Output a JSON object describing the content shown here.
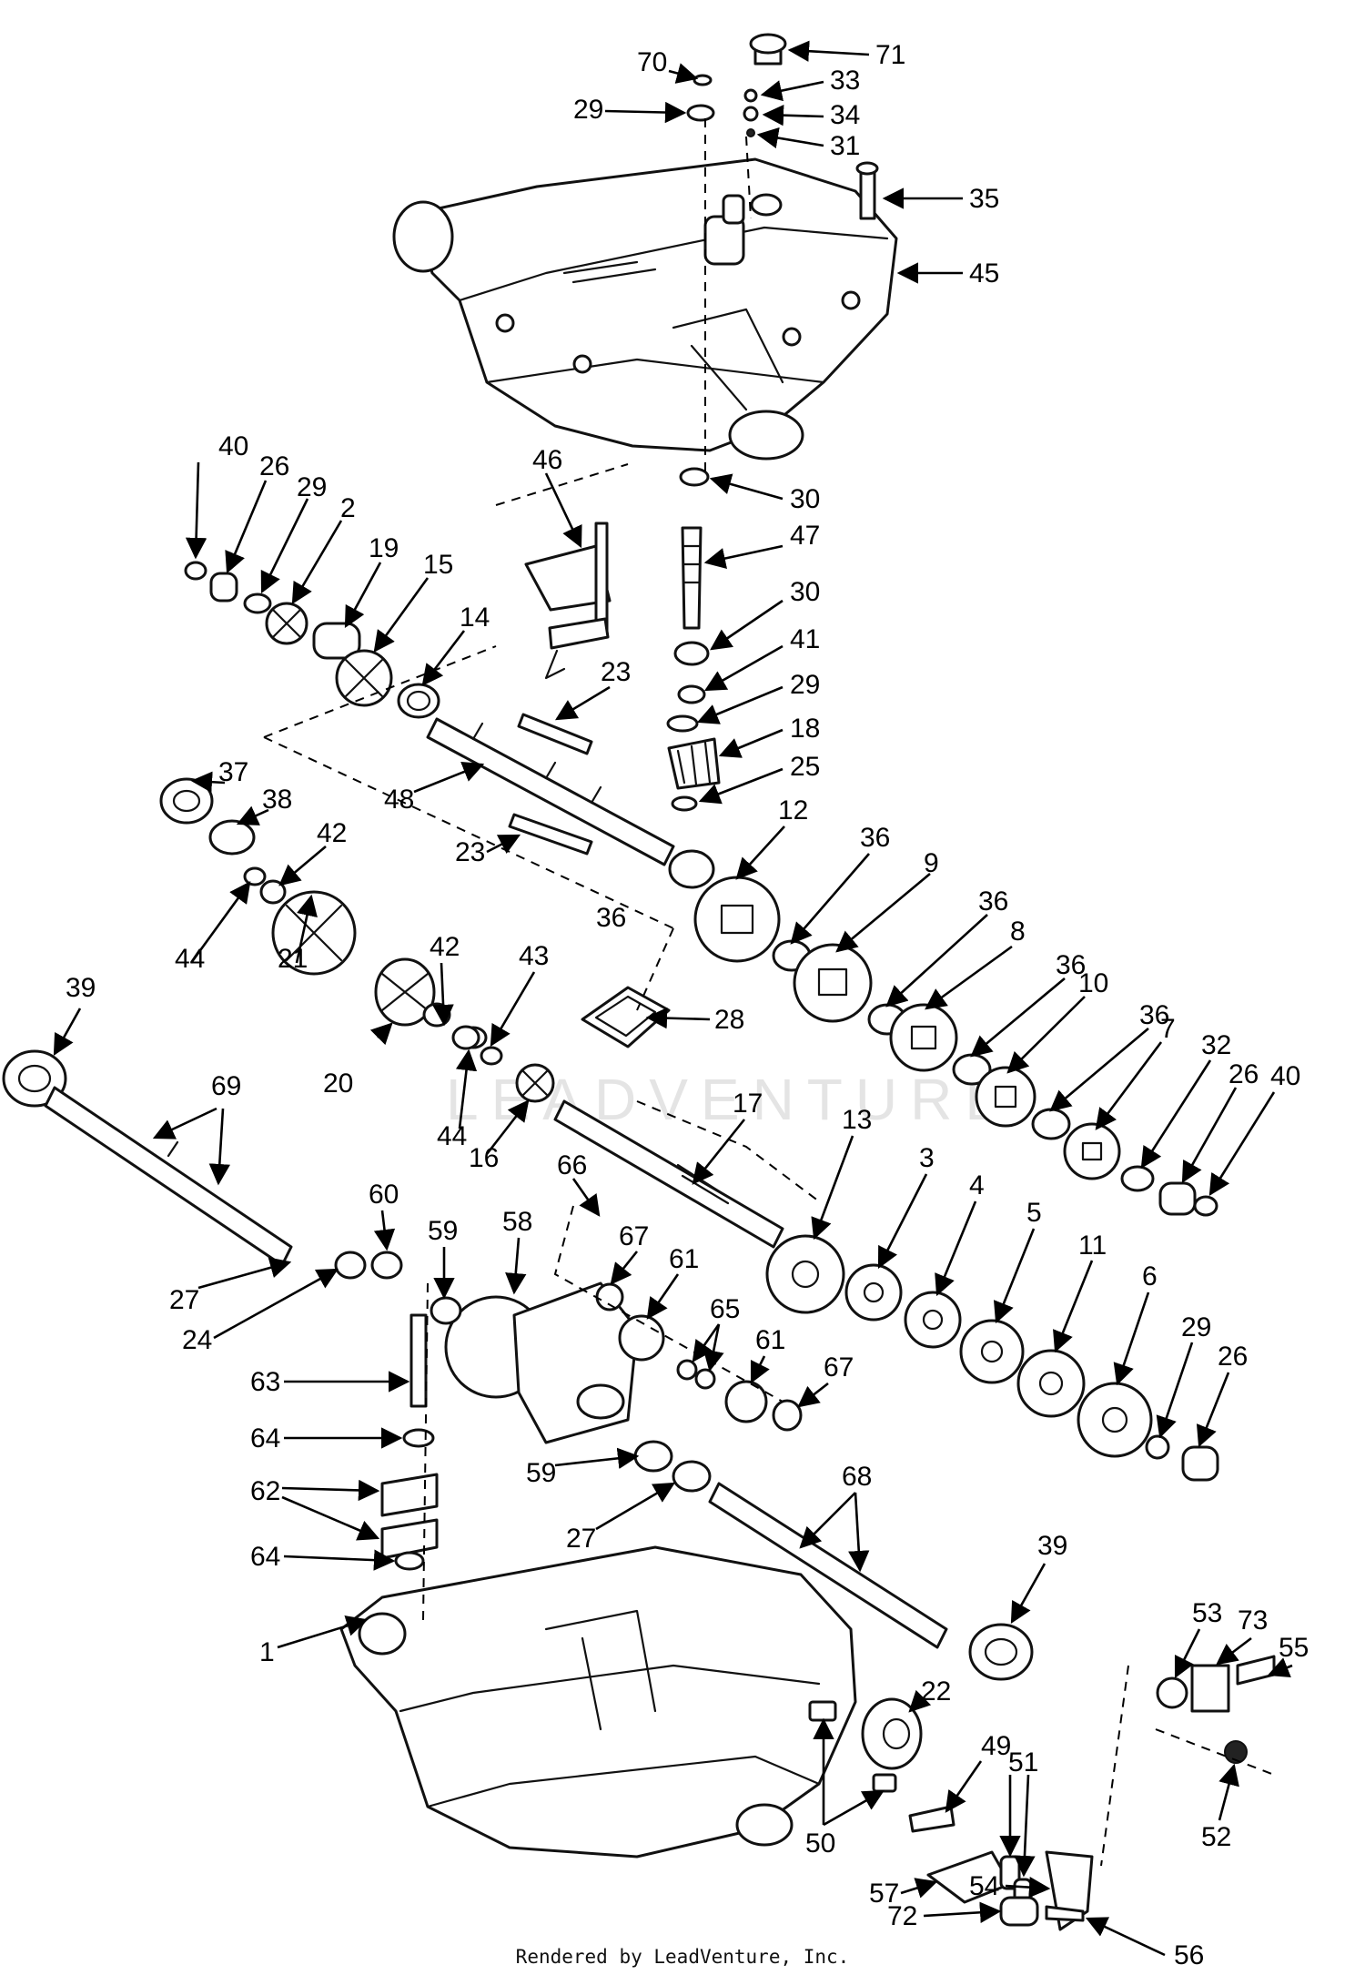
{
  "footer": {
    "credit": "Rendered by LeadVenture, Inc."
  },
  "watermark": {
    "text": "LEADVENTURE"
  },
  "colors": {
    "ink": "#111111",
    "paper": "#ffffff",
    "watermark": "#e4e4e4"
  },
  "callouts": {
    "c70": "70",
    "c71": "71",
    "c29a": "29",
    "c33": "33",
    "c34": "34",
    "c31": "31",
    "c35": "35",
    "c45": "45",
    "c40a": "40",
    "c26a": "26",
    "c29b": "29",
    "c2": "2",
    "c19": "19",
    "c15": "15",
    "c14": "14",
    "c46": "46",
    "c30a": "30",
    "c47": "47",
    "c30b": "30",
    "c41": "41",
    "c29c": "29",
    "c18": "18",
    "c25": "25",
    "c23a": "23",
    "c48": "48",
    "c23b": "23",
    "c37": "37",
    "c38": "38",
    "c42a": "42",
    "c44a": "44",
    "c21": "21",
    "c12": "12",
    "c36a": "36",
    "c36b": "36",
    "c9": "9",
    "c36c": "36",
    "c8": "8",
    "c36d": "36",
    "c10": "10",
    "c36e": "36",
    "c7": "7",
    "c32": "32",
    "c26b": "26",
    "c40b": "40",
    "c39a": "39",
    "c69": "69",
    "c20": "20",
    "c42b": "42",
    "c43": "43",
    "c28": "28",
    "c44b": "44",
    "c16": "16",
    "c17": "17",
    "c13": "13",
    "c3": "3",
    "c4": "4",
    "c5": "5",
    "c11": "11",
    "c6": "6",
    "c29d": "29",
    "c26c": "26",
    "c66": "66",
    "c60": "60",
    "c59a": "59",
    "c58": "58",
    "c67a": "67",
    "c61a": "61",
    "c65": "65",
    "c61b": "61",
    "c67b": "67",
    "c27a": "27",
    "c24": "24",
    "c63": "63",
    "c64a": "64",
    "c62": "62",
    "c64b": "64",
    "c59b": "59",
    "c27b": "27",
    "c68": "68",
    "c39b": "39",
    "c1": "1",
    "c22": "22",
    "c49": "49",
    "c51": "51",
    "c53": "53",
    "c73": "73",
    "c55": "55",
    "c50": "50",
    "c57": "57",
    "c54": "54",
    "c52": "52",
    "c72": "72",
    "c56": "56"
  }
}
